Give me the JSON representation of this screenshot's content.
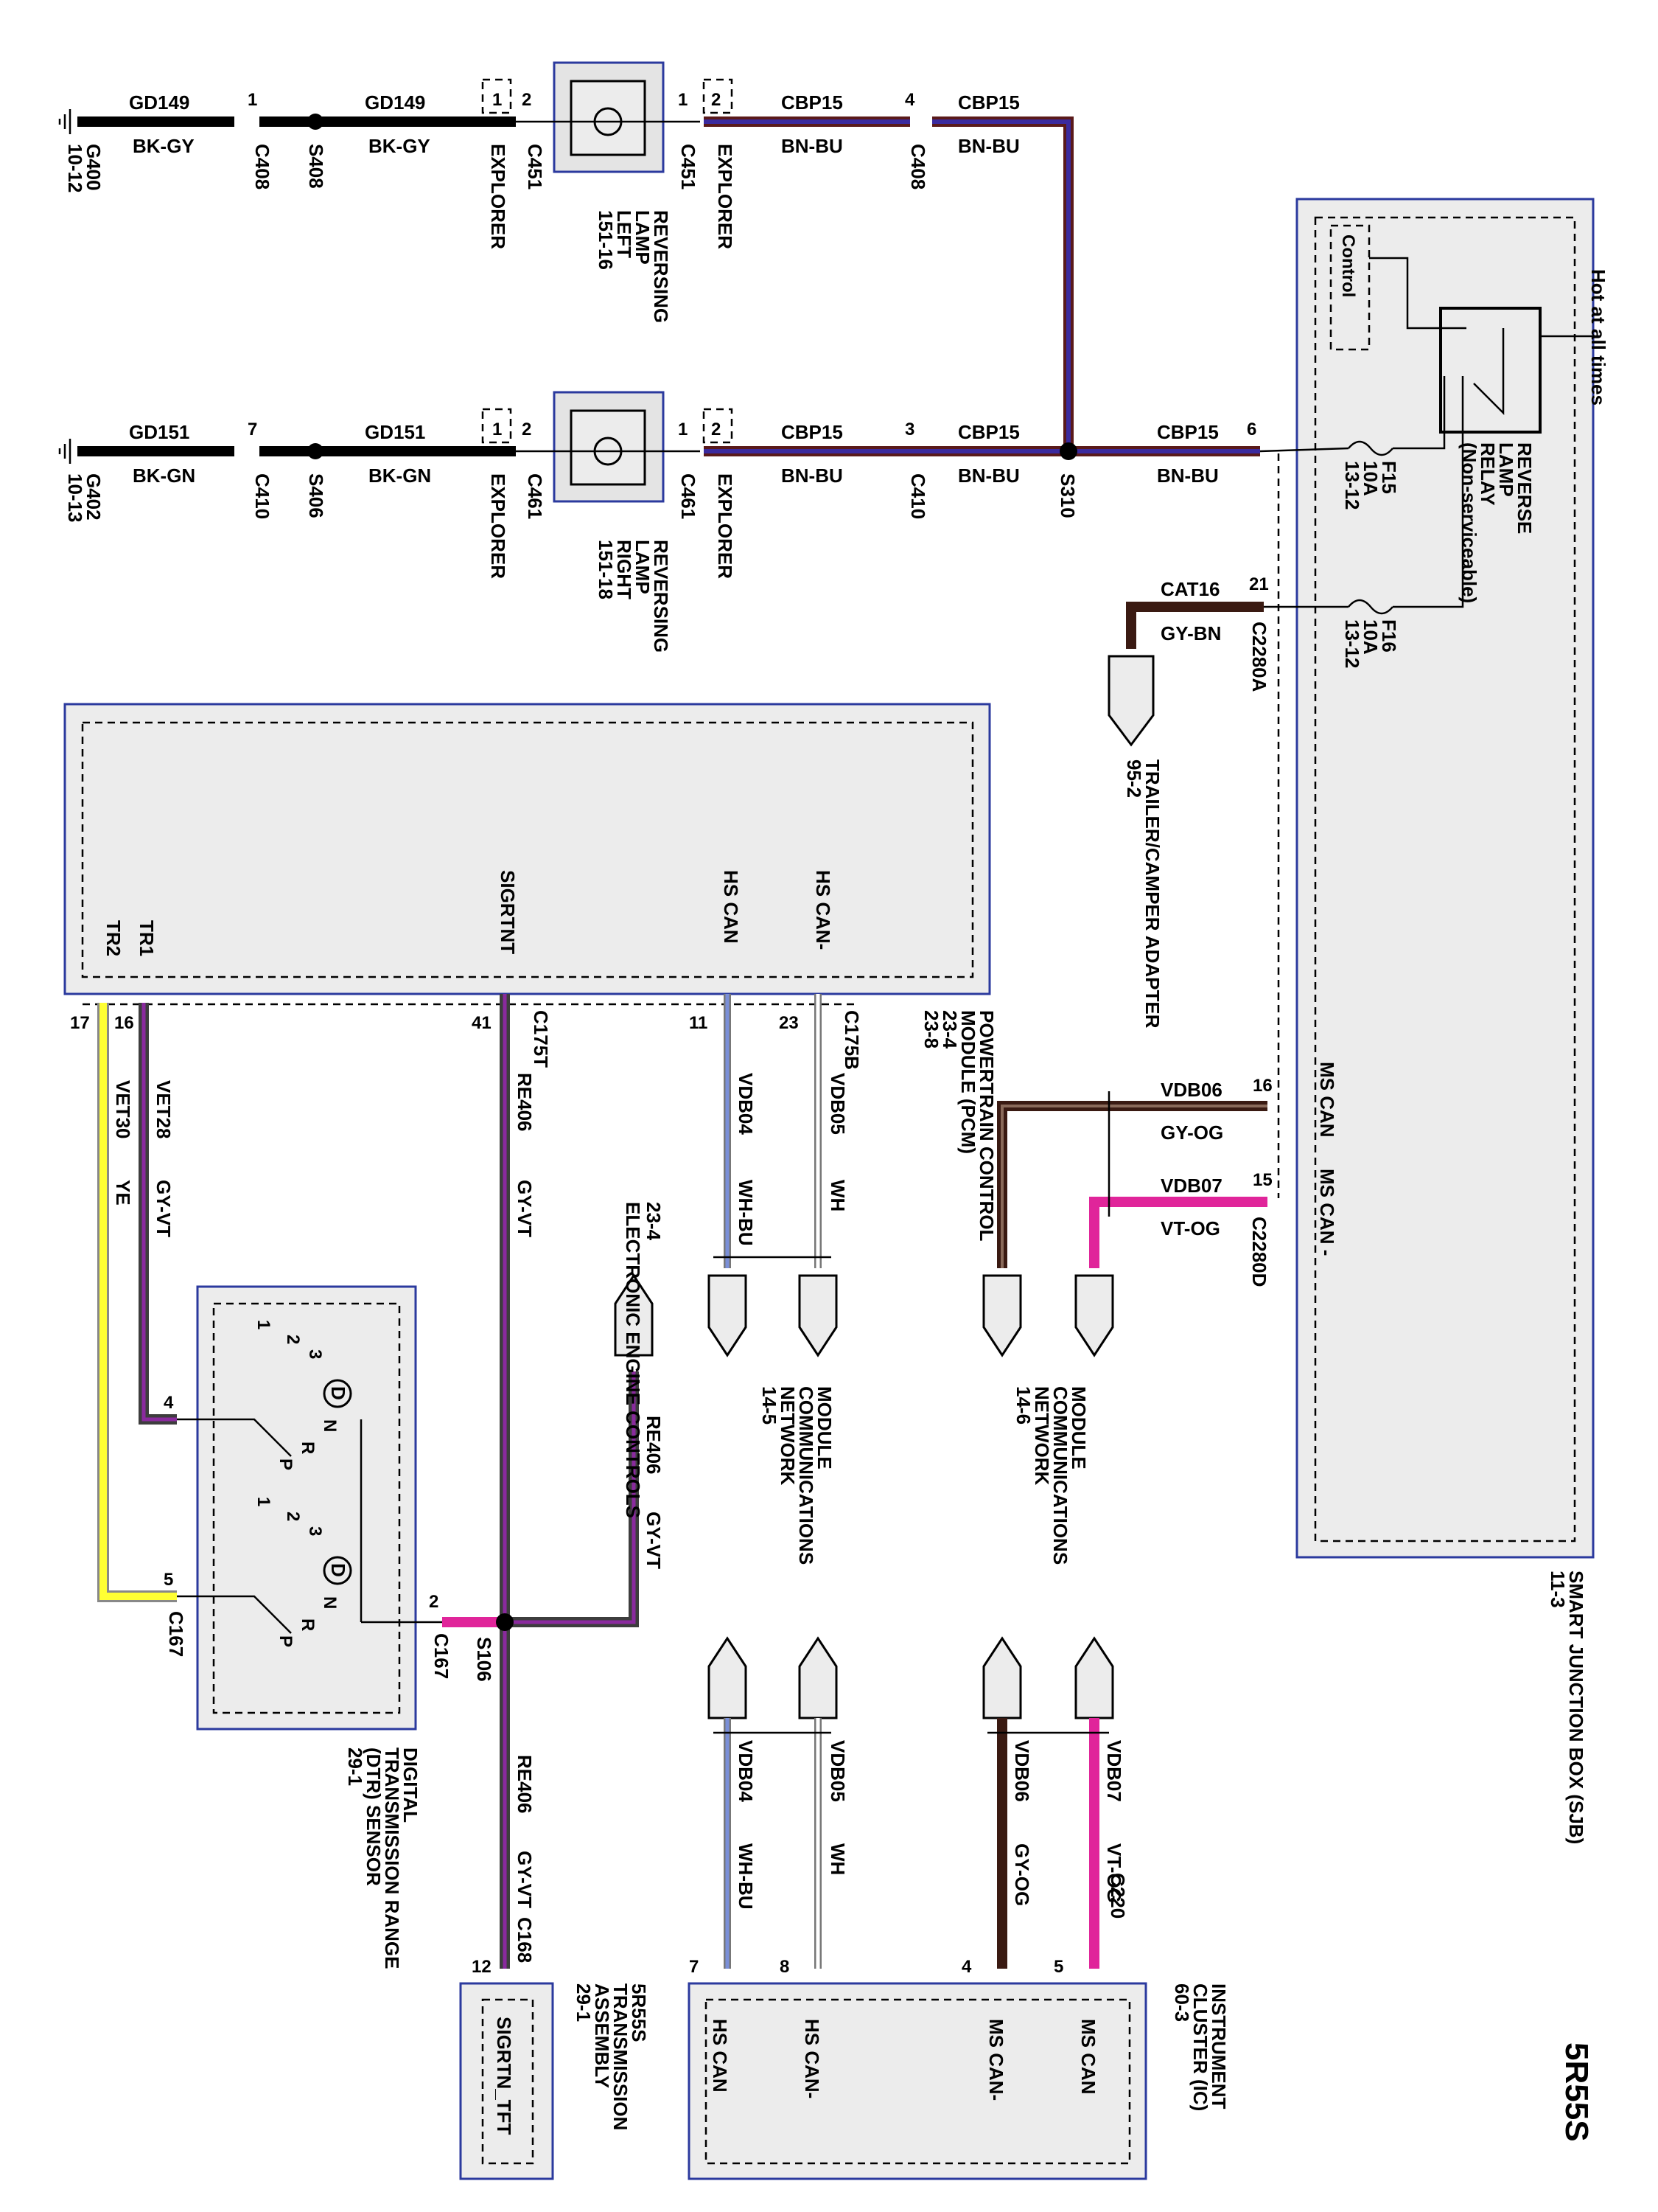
{
  "diagram_id": "5R55S",
  "power_note": "Hot at all times",
  "sjb": {
    "title": "SMART JUNCTION BOX (SJB)",
    "ref": "11-3",
    "control": "Control",
    "relay": [
      "REVERSE",
      "LAMP",
      "RELAY",
      "(Non-serviceable)"
    ],
    "f15": [
      "F15",
      "10A",
      "13-12"
    ],
    "f16": [
      "F16",
      "10A",
      "13-12"
    ],
    "ms_can": "MS CAN",
    "ms_can_minus": "MS CAN -"
  },
  "top_circuit": {
    "gd149": "GD149",
    "bk_gy": "BK-GY",
    "g400": "G400",
    "g400_ref": "10-12",
    "pin1": "1",
    "pin2": "2",
    "pin4": "4",
    "c408": "C408",
    "s408": "S408",
    "c451": "C451",
    "explorer": "EXPLORER",
    "lamp_left": [
      "REVERSING",
      "LAMP",
      "LEFT",
      "151-16"
    ],
    "cbp15": "CBP15",
    "bn_bu": "BN-BU"
  },
  "mid_circuit": {
    "gd151": "GD151",
    "bk_gn": "BK-GN",
    "g402": "G402",
    "g402_ref": "10-13",
    "pin7": "7",
    "pin3": "3",
    "pin6": "6",
    "c410": "C410",
    "s406": "S406",
    "c461": "C461",
    "s310": "S310",
    "lamp_right": [
      "REVERSING",
      "LAMP",
      "RIGHT",
      "151-18"
    ]
  },
  "trailer": {
    "cat16": "CAT16",
    "gy_bn": "GY-BN",
    "pin21": "21",
    "c2280a": "C2280A",
    "label": "TRAILER/CAMPER ADAPTER",
    "ref": "95-2"
  },
  "pcm": {
    "title": [
      "POWERTRAIN CONTROL",
      "MODULE (PCM)",
      "23-4",
      "23-8"
    ],
    "hs_can_minus": "HS CAN-",
    "hs_can": "HS CAN",
    "sigrtnt": "SIGRTNT",
    "tr1": "TR1",
    "tr2": "TR2",
    "c175b": "C175B",
    "c175t": "C175T",
    "pin23": "23",
    "pin11": "11",
    "pin41": "41",
    "pin16": "16",
    "pin17": "17"
  },
  "wires": {
    "vdb05": "VDB05",
    "wh": "WH",
    "vdb04": "VDB04",
    "wh_bu": "WH-BU",
    "vdb06": "VDB06",
    "gy_og": "GY-OG",
    "vdb07": "VDB07",
    "vt_og": "VT-OG",
    "re406": "RE406",
    "gy_vt": "GY-VT",
    "vet28": "VET28",
    "vet30": "VET30",
    "ye": "YE",
    "pin16": "16",
    "pin15": "15",
    "c2280d": "C2280D"
  },
  "mcn_left": [
    "MODULE",
    "COMMUNICATIONS",
    "NETWORK",
    "14-5"
  ],
  "mcn_right": [
    "MODULE",
    "COMMUNICATIONS",
    "NETWORK",
    "14-6"
  ],
  "eec": [
    "23-4",
    "ELECTRONIC ENGINE CONTROLS"
  ],
  "dtr": {
    "title": [
      "DIGITAL",
      "TRANSMISSION RANGE",
      "(DTR) SENSOR",
      "29-1"
    ],
    "pin4": "4",
    "pin5": "5",
    "pin2": "2",
    "c167": "C167",
    "s106": "S106",
    "n1": "1",
    "n2": "2",
    "n3": "3",
    "d": "D",
    "n": "N",
    "r": "R",
    "p": "P"
  },
  "trans": {
    "title": [
      "5R55S",
      "TRANSMISSION",
      "ASSEMBLY",
      "29-1"
    ],
    "pin12": "12",
    "c168": "C168",
    "sigrtn": "SIGRTN_TFT"
  },
  "ic": {
    "title": [
      "INSTRUMENT",
      "CLUSTER (IC)",
      "60-3"
    ],
    "c220": "C220",
    "pin5": "5",
    "pin4": "4",
    "pin8": "8",
    "pin7": "7",
    "ms_can": "MS CAN",
    "ms_can_minus": "MS CAN-",
    "hs_can_minus": "HS CAN-",
    "hs_can": "HS CAN"
  },
  "colors": {
    "bn_bu_outer": "#5a1a1a",
    "bn_bu_inner": "#3b2a9e",
    "gy_vt_outer": "#3d3d3d",
    "gy_vt_inner": "#8a2a9e",
    "magenta": "#e0259a",
    "yellow": "#ffff33",
    "box_border": "#2b3a9e",
    "box_fill": "#ececec"
  }
}
